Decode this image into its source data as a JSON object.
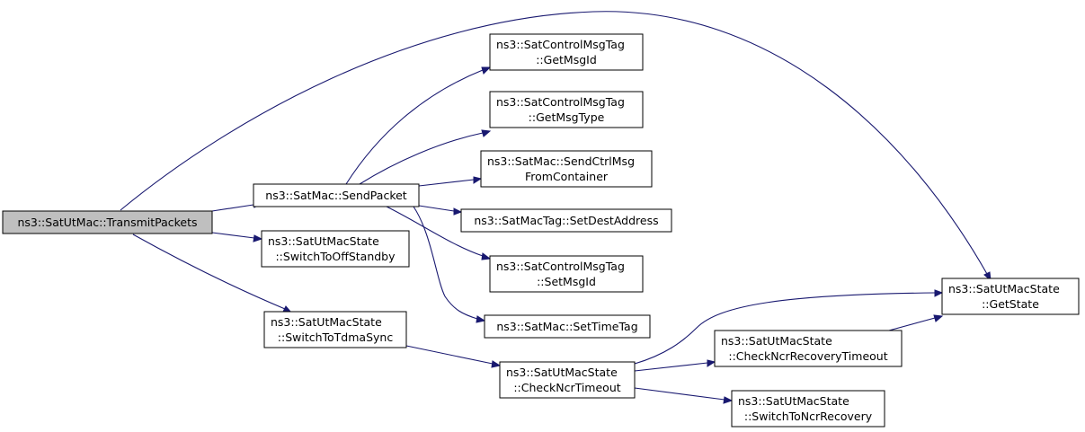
{
  "diagram": {
    "root": {
      "lines": [
        "ns3::SatUtMac::TransmitPackets"
      ]
    },
    "nodes": {
      "send_packet": {
        "lines": [
          "ns3::SatMac::SendPacket"
        ]
      },
      "switch_off_standby": {
        "lines": [
          "ns3::SatUtMacState",
          "::SwitchToOffStandby"
        ]
      },
      "switch_tdma_sync": {
        "lines": [
          "ns3::SatUtMacState",
          "::SwitchToTdmaSync"
        ]
      },
      "get_msg_id": {
        "lines": [
          "ns3::SatControlMsgTag",
          "::GetMsgId"
        ]
      },
      "get_msg_type": {
        "lines": [
          "ns3::SatControlMsgTag",
          "::GetMsgType"
        ]
      },
      "send_ctrl_msg": {
        "lines": [
          "ns3::SatMac::SendCtrlMsg",
          "FromContainer"
        ]
      },
      "set_dest_address": {
        "lines": [
          "ns3::SatMacTag::SetDestAddress"
        ]
      },
      "set_msg_id": {
        "lines": [
          "ns3::SatControlMsgTag",
          "::SetMsgId"
        ]
      },
      "set_time_tag": {
        "lines": [
          "ns3::SatMac::SetTimeTag"
        ]
      },
      "check_ncr_timeout": {
        "lines": [
          "ns3::SatUtMacState",
          "::CheckNcrTimeout"
        ]
      },
      "get_state": {
        "lines": [
          "ns3::SatUtMacState",
          "::GetState"
        ]
      },
      "check_ncr_recovery": {
        "lines": [
          "ns3::SatUtMacState",
          "::CheckNcrRecoveryTimeout"
        ]
      },
      "switch_ncr_recovery": {
        "lines": [
          "ns3::SatUtMacState",
          "::SwitchToNcrRecovery"
        ]
      }
    },
    "edges": [
      {
        "from": "root",
        "to": "send_packet"
      },
      {
        "from": "root",
        "to": "switch_off_standby"
      },
      {
        "from": "root",
        "to": "switch_tdma_sync"
      },
      {
        "from": "root",
        "to": "get_state"
      },
      {
        "from": "send_packet",
        "to": "get_msg_id"
      },
      {
        "from": "send_packet",
        "to": "get_msg_type"
      },
      {
        "from": "send_packet",
        "to": "send_ctrl_msg"
      },
      {
        "from": "send_packet",
        "to": "set_dest_address"
      },
      {
        "from": "send_packet",
        "to": "set_msg_id"
      },
      {
        "from": "send_packet",
        "to": "set_time_tag"
      },
      {
        "from": "switch_tdma_sync",
        "to": "check_ncr_timeout"
      },
      {
        "from": "check_ncr_timeout",
        "to": "get_state"
      },
      {
        "from": "check_ncr_timeout",
        "to": "check_ncr_recovery"
      },
      {
        "from": "check_ncr_timeout",
        "to": "switch_ncr_recovery"
      },
      {
        "from": "check_ncr_recovery",
        "to": "get_state"
      }
    ],
    "colors": {
      "edge": "#191970",
      "root_fill": "#bfbfbf",
      "node_fill": "#ffffff",
      "border": "#000000"
    }
  }
}
